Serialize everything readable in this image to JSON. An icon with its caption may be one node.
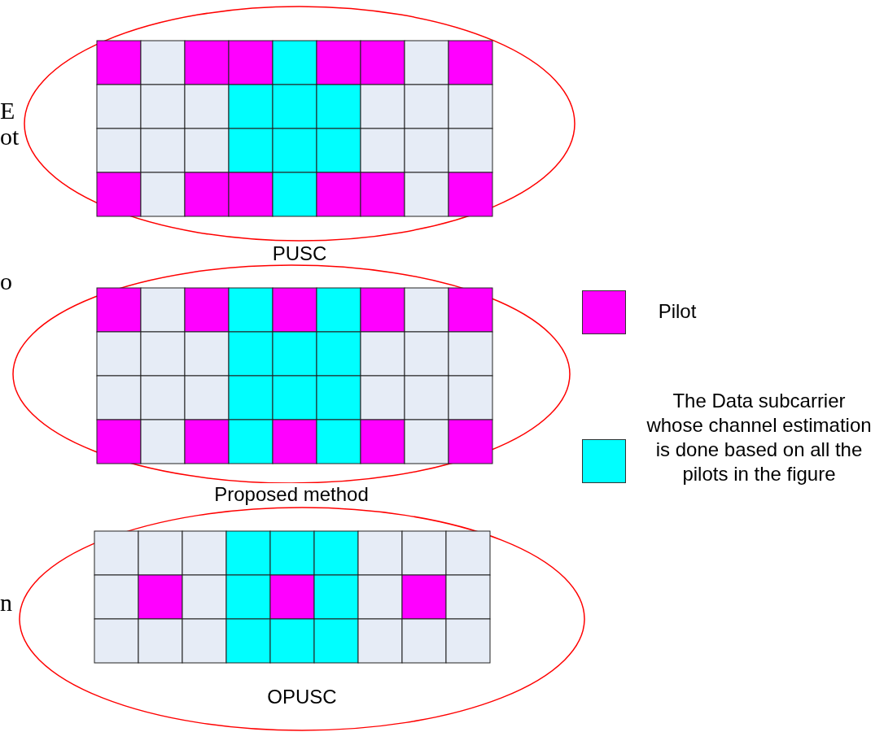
{
  "diagram": {
    "nodes": [
      {
        "text": [
          "PUSC"
        ]
      },
      {
        "text": [
          "Proposed method"
        ]
      },
      {
        "text": [
          "OPUSC"
        ]
      }
    ],
    "labels": [
      "E",
      "ot",
      "o",
      "n"
    ],
    "legend": [
      {
        "text": "Pilot",
        "color": "#ff00ff"
      },
      {
        "text": "The Data subcarrier whose channel estimation is done based on all the pilots in the figure",
        "color": "#00ffff"
      }
    ]
  }
}
